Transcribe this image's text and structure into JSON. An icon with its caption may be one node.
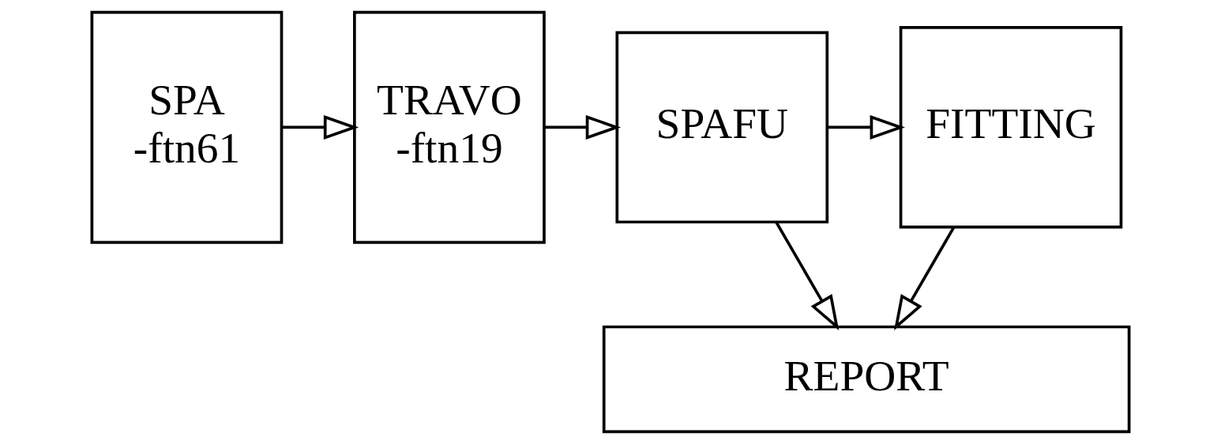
{
  "diagram": {
    "nodes": [
      {
        "text": [
          "SPA -ftn61"
        ]
      },
      {
        "text": [
          "TRAVO -ftn19"
        ]
      },
      {
        "text": [
          "SPAFU"
        ]
      },
      {
        "text": [
          "FITTING"
        ]
      },
      {
        "text": [
          "REPORT"
        ]
      }
    ],
    "edges": [
      {
        "from": 0,
        "to": 1,
        "arrow": "to"
      },
      {
        "from": 1,
        "to": 2,
        "arrow": "to"
      },
      {
        "from": 2,
        "to": 3,
        "arrow": "to"
      },
      {
        "from": 2,
        "to": 4,
        "arrow": "to"
      },
      {
        "from": 3,
        "to": 4,
        "arrow": "to"
      }
    ]
  }
}
